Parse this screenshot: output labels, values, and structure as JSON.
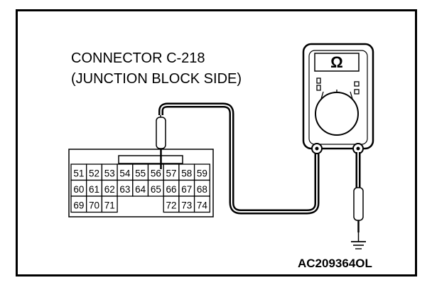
{
  "diagram": {
    "title_line1": "CONNECTOR C-218",
    "title_line2": "(JUNCTION BLOCK SIDE)",
    "figure_code": "AC209364OL",
    "meter_symbol": "Ω",
    "connector": {
      "row1": [
        "51",
        "52",
        "53",
        "54",
        "55",
        "56",
        "57",
        "58",
        "59"
      ],
      "row2": [
        "60",
        "61",
        "62",
        "63",
        "64",
        "65",
        "66",
        "67",
        "68"
      ],
      "row3": [
        "69",
        "70",
        "71",
        "",
        "",
        "",
        "72",
        "73",
        "74"
      ]
    },
    "icons": {
      "meter": "ohmmeter-icon",
      "ground": "ground-symbol-icon",
      "probe": "test-probe-icon"
    }
  }
}
